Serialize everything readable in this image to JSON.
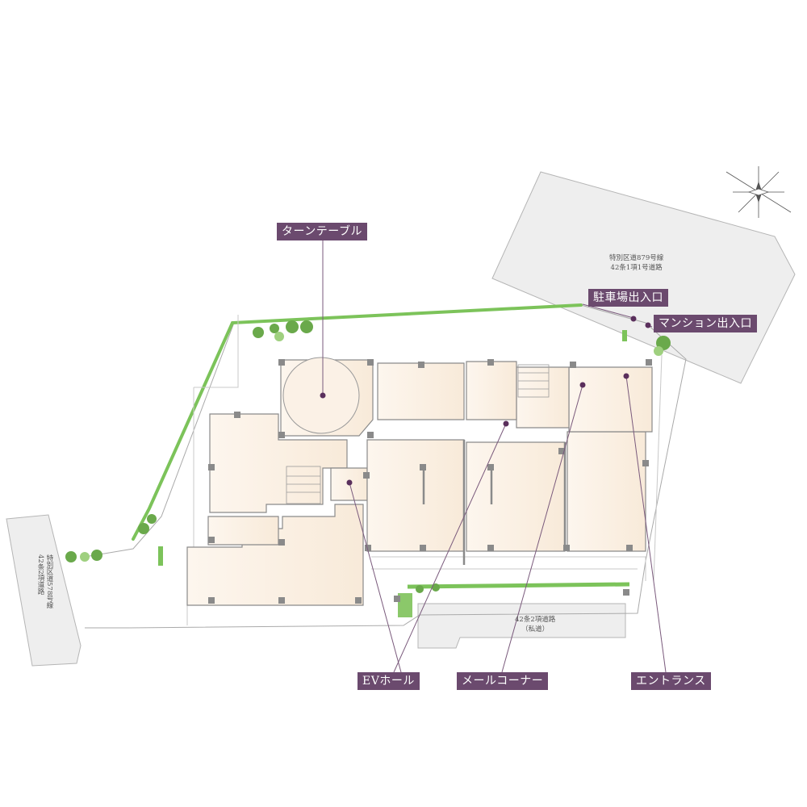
{
  "labels": {
    "turntable": "ターンテーブル",
    "parking_entrance": "駐車場出入口",
    "mansion_entrance": "マンション出入口",
    "ev_hall": "EVホール",
    "mail_corner": "メールコーナー",
    "entrance": "エントランス"
  },
  "roads": {
    "ne_line1": "特別区道879号線",
    "ne_line2": "42条1項1号道路",
    "w_line1": "特別区道578号線",
    "w_line2": "42条2項道路",
    "s_line1": "42条2項道路",
    "s_line2": "（私道）"
  },
  "colors": {
    "label_bg": "#6b4a6e",
    "marker": "#5a2f5c",
    "greenery": "#7cc35a",
    "road_fill": "#eeeeee",
    "room_fill": "#fbf1e6",
    "wall": "#8a8a8a"
  },
  "icons": {
    "compass": "north-compass-icon"
  }
}
